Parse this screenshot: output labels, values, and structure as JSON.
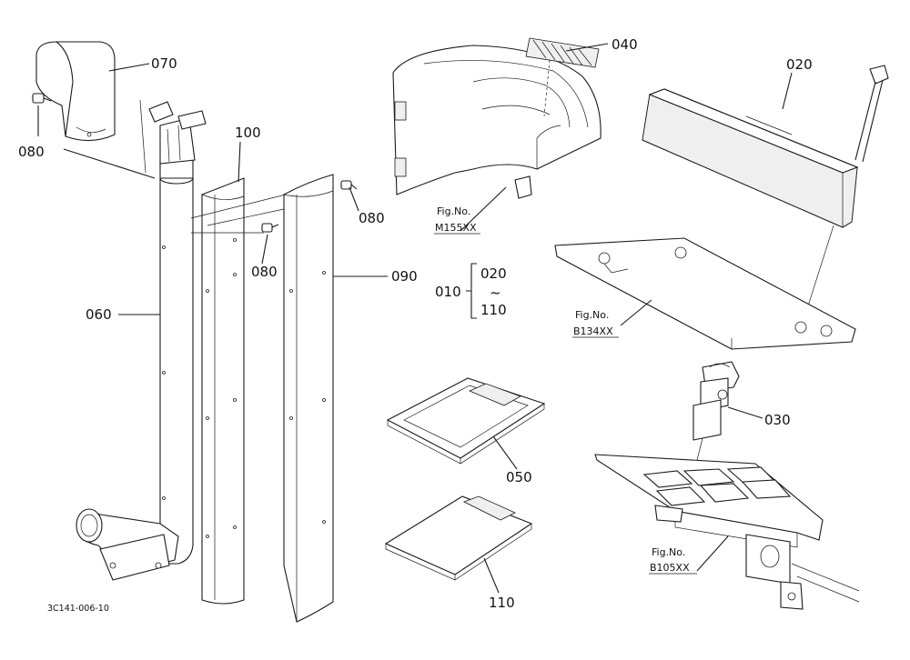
{
  "drawing_code": "3C141-006-10",
  "parts": {
    "p010": "010",
    "p020": "020",
    "p030": "030",
    "p040": "040",
    "p050": "050",
    "p060": "060",
    "p070": "070",
    "p080": "080",
    "p090": "090",
    "p100": "100",
    "p110": "110"
  },
  "range_group": {
    "label": "010",
    "from": "020",
    "tilde": "~",
    "to": "110"
  },
  "fig_refs": {
    "prefix": "Fig.No.",
    "hood": "M155XX",
    "plate": "B134XX",
    "bracket": "B105XX"
  }
}
